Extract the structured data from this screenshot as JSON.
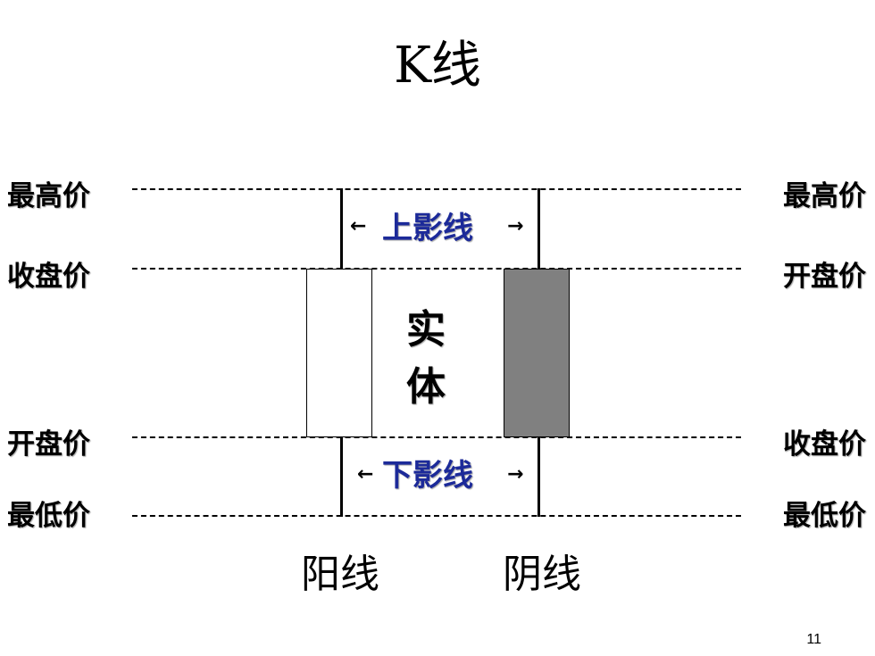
{
  "title": "K线",
  "left_labels": {
    "high": "最高价",
    "close": "收盘价",
    "open": "开盘价",
    "low": "最低价"
  },
  "right_labels": {
    "high": "最高价",
    "open": "开盘价",
    "close": "收盘价",
    "low": "最低价"
  },
  "upper_shadow_label": "上影线",
  "lower_shadow_label": "下影线",
  "body_label_line1": "实",
  "body_label_line2": "体",
  "bullish_label": "阳线",
  "bearish_label": "阴线",
  "page_number": "11",
  "colors": {
    "bullish_body": "#ffffff",
    "bearish_body": "#808080",
    "shadow_label_text": "#1c2a99"
  }
}
